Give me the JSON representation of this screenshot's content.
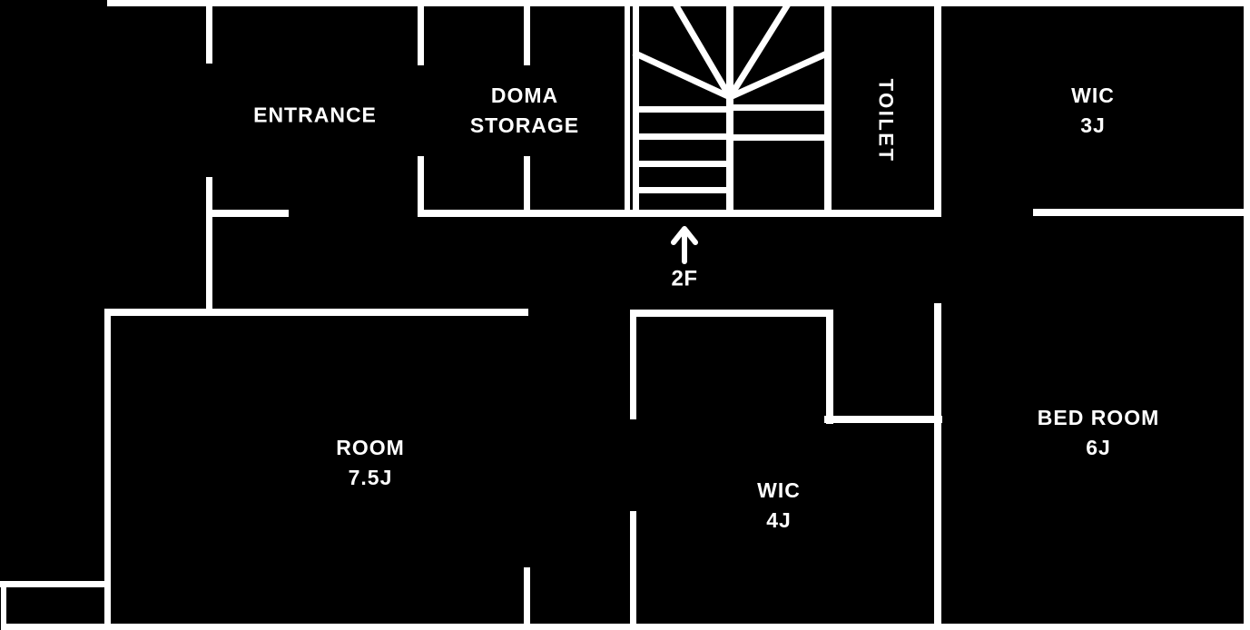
{
  "floor_plan": {
    "colors": {
      "background": "#000000",
      "wall": "#ffffff",
      "text": "#ffffff"
    },
    "floor_indicator": {
      "label": "2F"
    },
    "rooms": {
      "entrance": {
        "label": "ENTRANCE"
      },
      "doma_storage": {
        "line1": "DOMA",
        "line2": "STORAGE"
      },
      "toilet": {
        "label": "TOILET"
      },
      "wic3": {
        "line1": "WIC",
        "line2": "3J"
      },
      "room75": {
        "line1": "ROOM",
        "line2": "7.5J"
      },
      "wic4": {
        "line1": "WIC",
        "line2": "4J"
      },
      "bedroom": {
        "line1": "BED ROOM",
        "line2": "6J"
      }
    }
  }
}
